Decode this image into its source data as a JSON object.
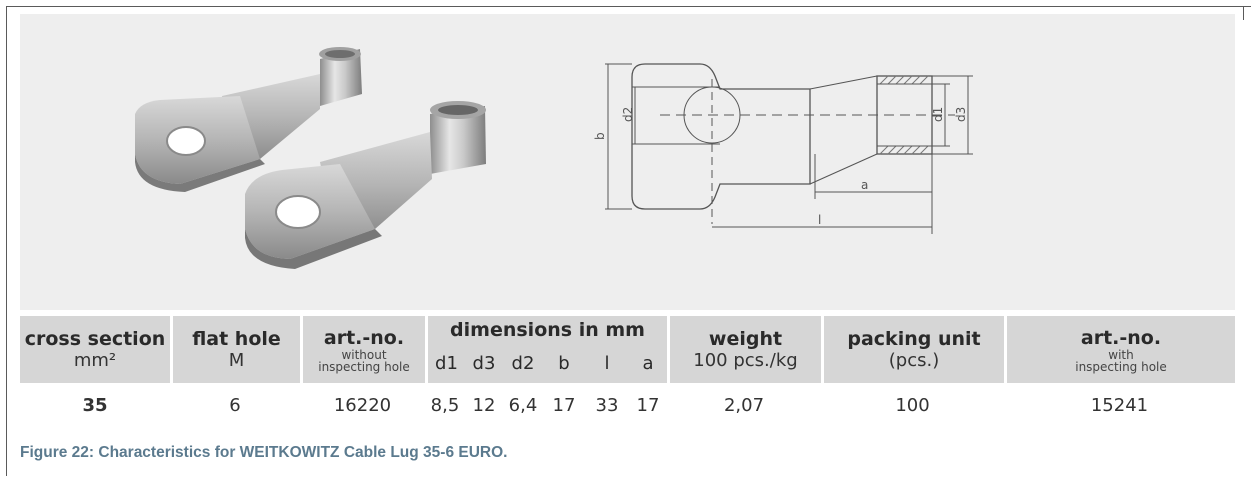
{
  "figure": {
    "photo": {
      "alt_icon": "cable-lug-photo"
    },
    "drawing": {
      "labels": {
        "b": "b",
        "d2": "d2",
        "d1": "d1",
        "d3": "d3",
        "a": "a",
        "l": "l"
      }
    }
  },
  "table": {
    "headers": {
      "cross_section": {
        "main": "cross section",
        "sub": "mm²"
      },
      "flat_hole": {
        "main": "flat hole",
        "sub": "M"
      },
      "art_no_without": {
        "main": "art.-no.",
        "sub1": "without",
        "sub2": "inspecting hole"
      },
      "dimensions": {
        "main": "dimensions in mm",
        "cols": [
          "d1",
          "d3",
          "d2",
          "b",
          "l",
          "a"
        ]
      },
      "weight": {
        "main": "weight",
        "sub": "100 pcs./kg"
      },
      "packing": {
        "main": "packing unit",
        "sub": "(pcs.)"
      },
      "art_no_with": {
        "main": "art.-no.",
        "sub1": "with",
        "sub2": "inspecting hole"
      }
    },
    "row": {
      "cross_section": "35",
      "flat_hole": "6",
      "art_no_without": "16220",
      "d1": "8,5",
      "d3": "12",
      "d2": "6,4",
      "b": "17",
      "l": "33",
      "a": "17",
      "weight": "2,07",
      "packing": "100",
      "art_no_with": "15241"
    }
  },
  "caption": "Figure 22: Characteristics for WEITKOWITZ Cable Lug 35-6 EURO."
}
